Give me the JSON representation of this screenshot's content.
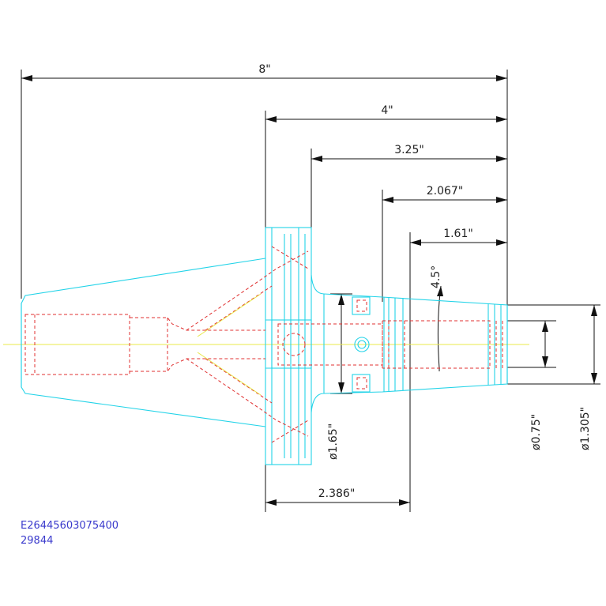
{
  "dimensions": {
    "overall_length": "8\"",
    "length_4": "4\"",
    "length_325": "3.25\"",
    "length_2067": "2.067\"",
    "length_161": "1.61\"",
    "angle": "4.5°",
    "dia_165": "ø1.65\"",
    "dia_075": "ø0.75\"",
    "dia_1305": "ø1.305\"",
    "length_2386": "2.386\""
  },
  "part_code": {
    "line1": "E26445603075400",
    "line2": "29844"
  },
  "colors": {
    "outline": "#22d3e8",
    "hidden": "#e03030",
    "centerline": "#e8e84a",
    "dimension": "#111111",
    "code_text": "#3a3acc"
  }
}
